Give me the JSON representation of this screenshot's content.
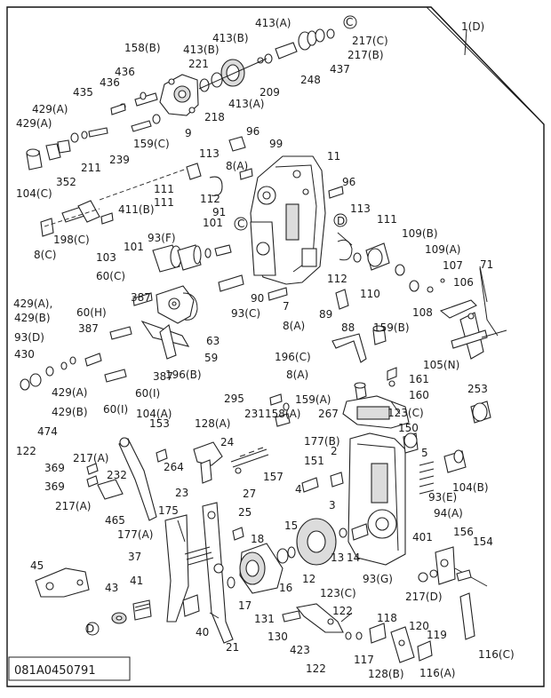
{
  "diagram": {
    "drawing_number": "081A0450791",
    "assembly_ref": "1(D)",
    "labels": [
      "413(A)",
      "C",
      "217(C)",
      "1(D)",
      "158(B)",
      "221",
      "413(B)",
      "413(B)",
      "217(B)",
      "437",
      "436",
      "436",
      "248",
      "209",
      "435",
      "218",
      "413(A)",
      "429(A)",
      "9",
      "429(A)",
      "159(C)",
      "96",
      "99",
      "239",
      "211",
      "352",
      "104(C)",
      "111",
      "113",
      "8(A)",
      "11",
      "96",
      "112",
      "111",
      "411(B)",
      "91",
      "101",
      "C",
      "D",
      "113",
      "111",
      "109(B)",
      "198(C)",
      "8(C)",
      "101",
      "93(F)",
      "103",
      "109(A)",
      "71",
      "60(C)",
      "107",
      "106",
      "387",
      "90",
      "112",
      "110",
      "429(A),",
      "60(H)",
      "93(C)",
      "7",
      "89",
      "108",
      "429(B)",
      "387",
      "8(A)",
      "88",
      "159(B)",
      "93(D)",
      "63",
      "59",
      "387",
      "196(C)",
      "105(N)",
      "430",
      "196(B)",
      "60(I)",
      "161",
      "474",
      "429(A)",
      "60(I)",
      "8(A)",
      "160",
      "253",
      "429(B)",
      "295",
      "159(A)",
      "104(A)",
      "231",
      "267",
      "122",
      "153",
      "128(A)",
      "158(A)",
      "177(B)",
      "123(C)",
      "150",
      "217(A)",
      "24",
      "151",
      "2",
      "5",
      "369",
      "232",
      "264",
      "4",
      "369",
      "157",
      "104(B)",
      "217(A)",
      "23",
      "27",
      "93(E)",
      "465",
      "175",
      "25",
      "3",
      "94(A)",
      "177(A)",
      "15",
      "401",
      "156",
      "154",
      "18",
      "14",
      "45",
      "37",
      "13",
      "93(G)",
      "16",
      "12",
      "217(D)",
      "43",
      "41",
      "17",
      "123(C)",
      "131",
      "122",
      "D",
      "40",
      "118",
      "120",
      "130",
      "423",
      "119",
      "21",
      "122",
      "117",
      "116(C)",
      "128(B)",
      "116(A)"
    ]
  }
}
